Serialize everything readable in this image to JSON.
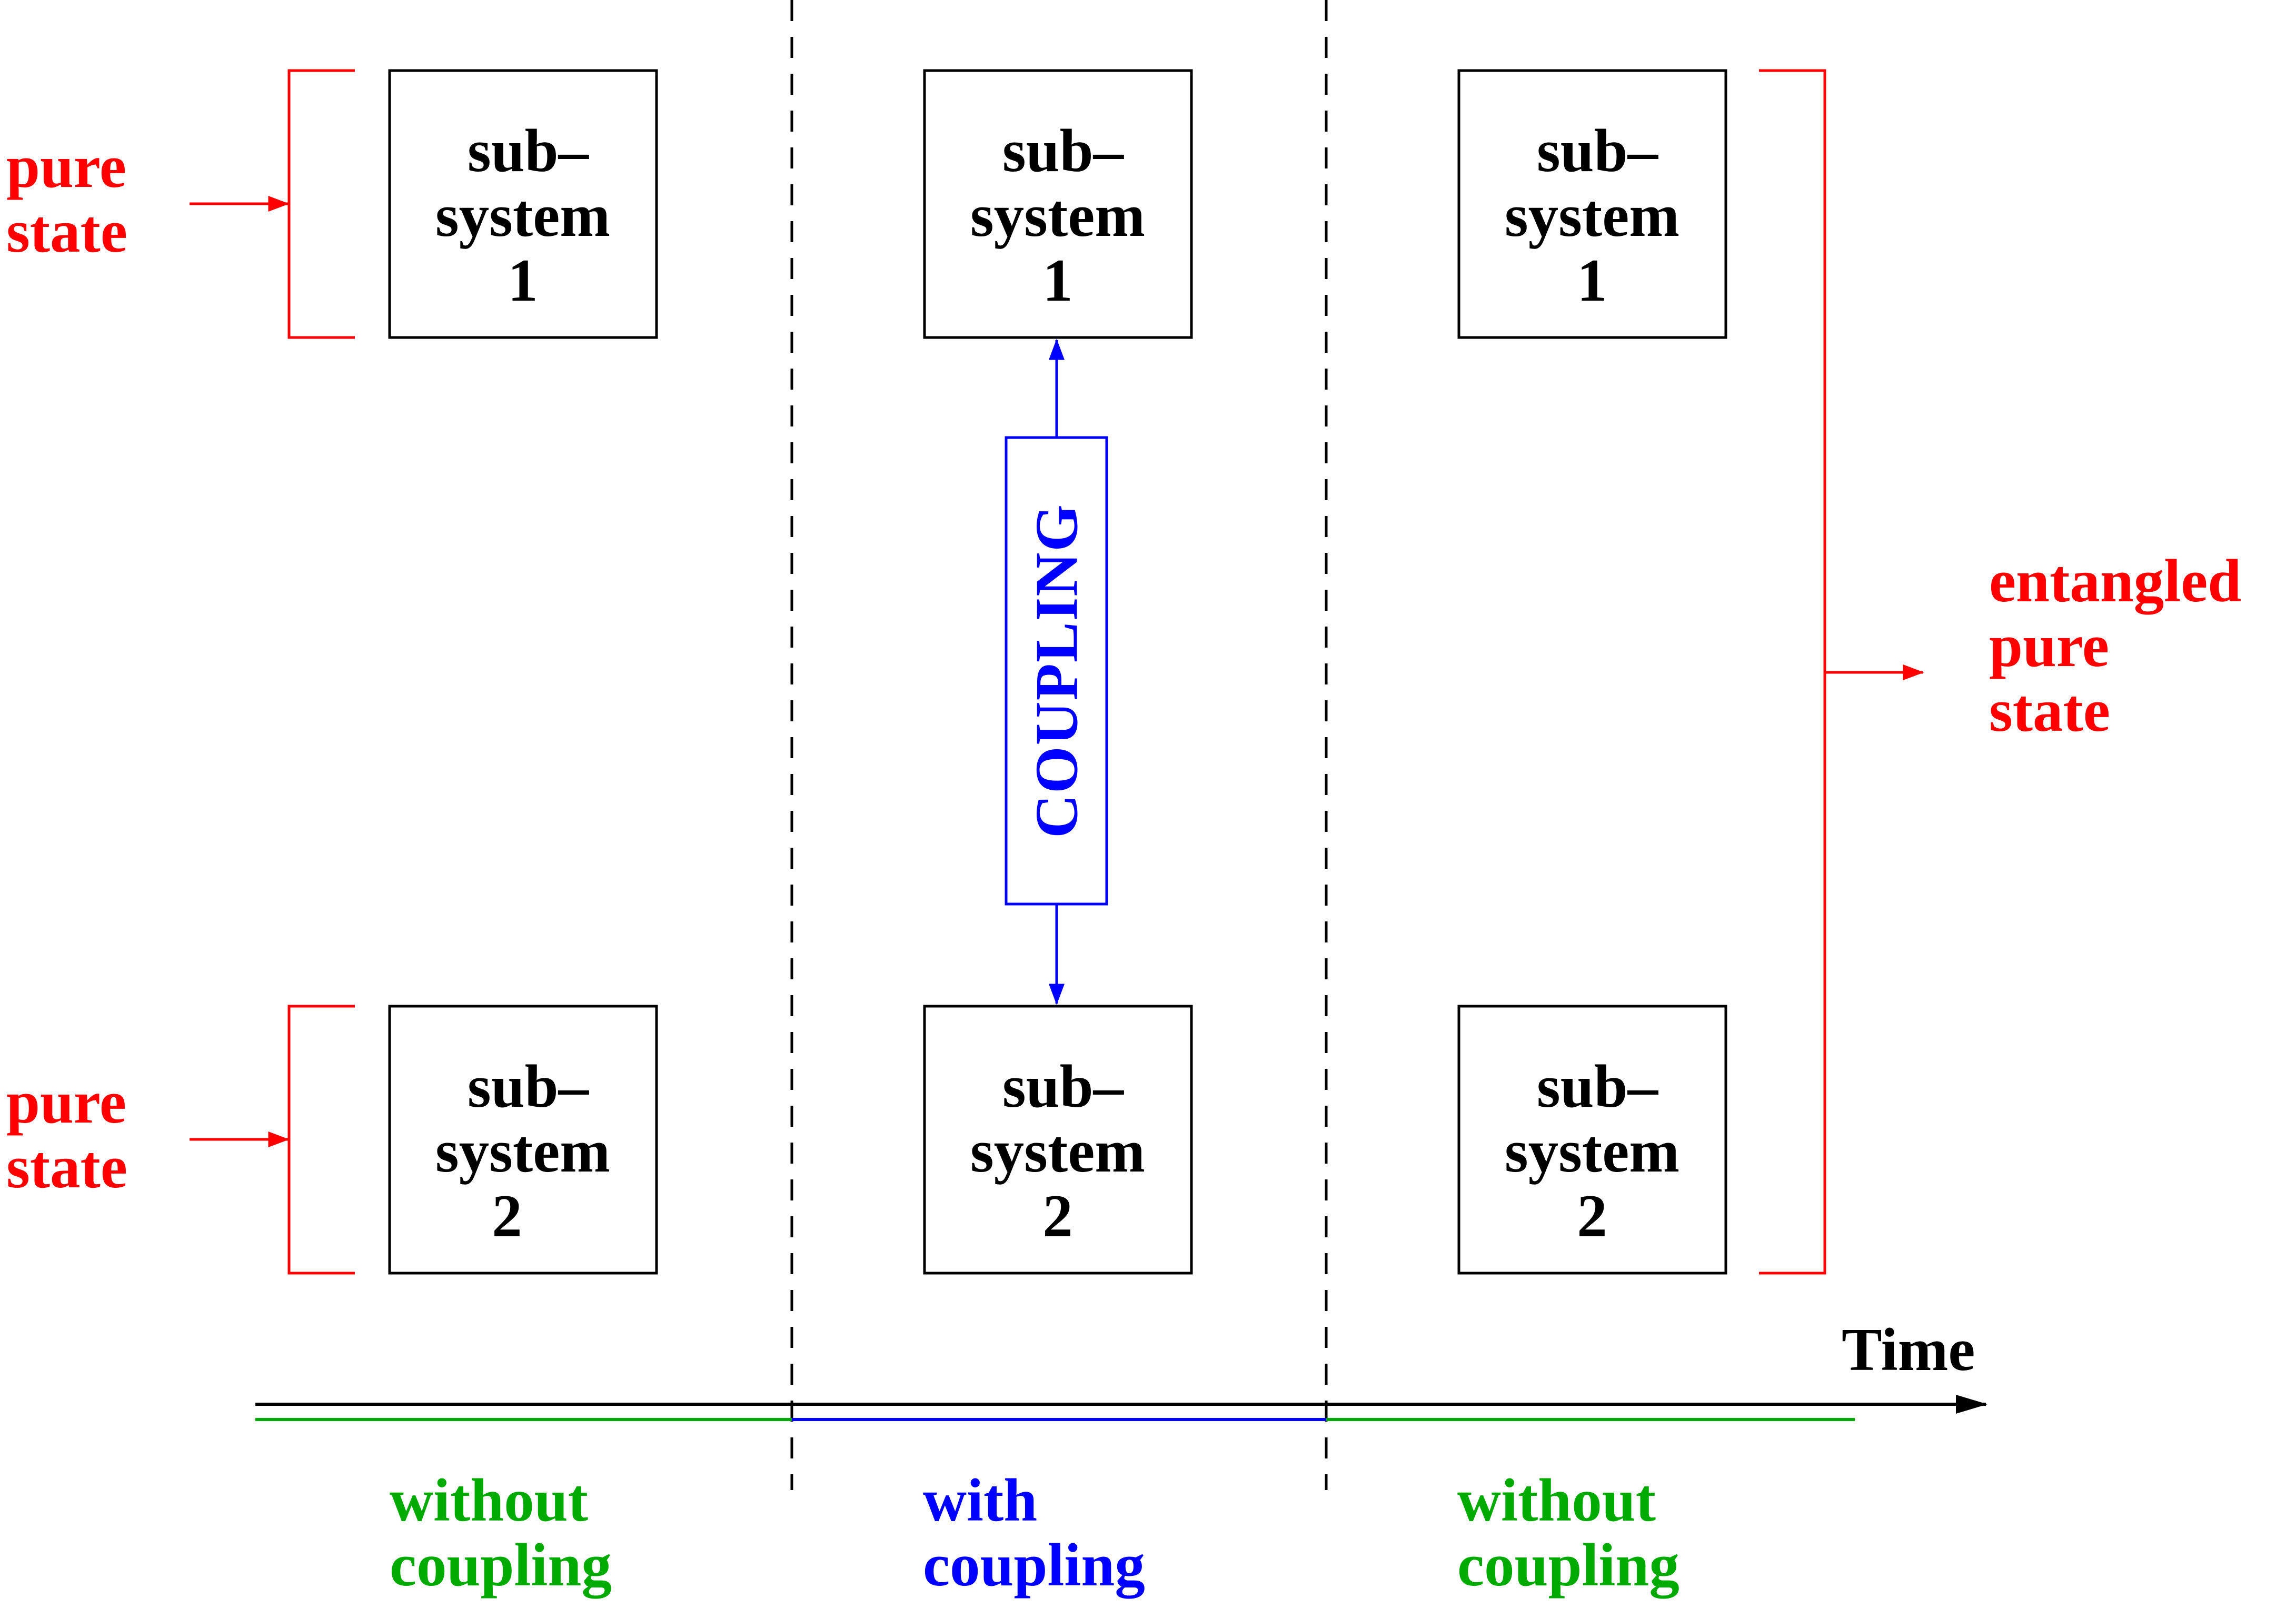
{
  "colors": {
    "box": "#000000",
    "bracket": "#ff0000",
    "coupling": "#0000ff",
    "without_coupling": "#00aa00",
    "divider": "#000000",
    "time_axis": "#000000"
  },
  "subsystems": [
    {
      "line1": "sub–",
      "line2": "system",
      "line3": "1"
    },
    {
      "line1": "sub–",
      "line2": "system",
      "line3": "2"
    },
    {
      "line1": "sub–",
      "line2": "system",
      "line3": "1"
    },
    {
      "line1": "sub–",
      "line2": "system",
      "line3": "2"
    },
    {
      "line1": "sub–",
      "line2": "system",
      "line3": "1"
    },
    {
      "line1": "sub–",
      "line2": "system",
      "line3": "2"
    }
  ],
  "left_labels": [
    {
      "line1": "pure",
      "line2": "state"
    },
    {
      "line1": "pure",
      "line2": "state"
    }
  ],
  "right_label": {
    "line1": "entangled",
    "line2": "pure",
    "line3": "state"
  },
  "coupling_label": "COUPLING",
  "time_label": "Time",
  "phases": [
    {
      "line1": "without",
      "line2": "coupling"
    },
    {
      "line1": "with",
      "line2": "coupling"
    },
    {
      "line1": "without",
      "line2": "coupling"
    }
  ]
}
